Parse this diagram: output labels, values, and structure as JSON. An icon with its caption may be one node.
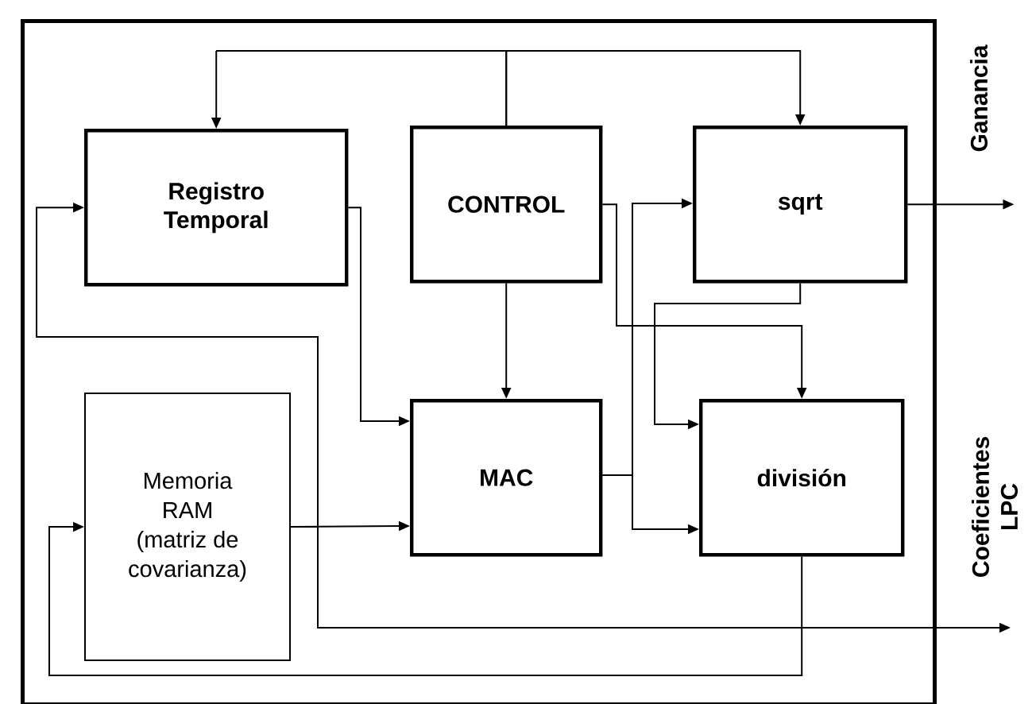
{
  "diagram": {
    "nodes": [
      {
        "text": [],
        "shape": "box"
      },
      {
        "text": [
          "Registro Temporal"
        ],
        "in": 0
      },
      {
        "text": [
          "CONTROL"
        ],
        "in": 0
      },
      {
        "text": [
          "sqrt"
        ],
        "in": 0
      },
      {
        "text": [
          "Memoria RAM (matriz de covarianza)"
        ],
        "in": 0
      },
      {
        "text": [
          "MAC"
        ],
        "in": 0
      },
      {
        "text": [
          "división"
        ],
        "in": 0
      }
    ],
    "edges": [
      {
        "from": 2,
        "to": 1,
        "arrow": "to"
      },
      {
        "from": 2,
        "to": 3,
        "arrow": "to"
      },
      {
        "from": 2,
        "to": 5,
        "arrow": "to"
      },
      {
        "from": 2,
        "to": 6,
        "arrow": "to"
      },
      {
        "from": 3,
        "to": 6,
        "arrow": "to"
      },
      {
        "from": 1,
        "to": 5,
        "arrow": "to"
      },
      {
        "from": 4,
        "to": 5,
        "arrow": "to"
      },
      {
        "from": 5,
        "to": 3,
        "arrow": "to"
      },
      {
        "from": 5,
        "to": 6,
        "arrow": "to"
      },
      {
        "from": 3,
        "to": null,
        "arrow": "to",
        "label": "Ganancia"
      },
      {
        "from": 4,
        "to": 1,
        "arrow": "to"
      },
      {
        "from": 4,
        "to": null,
        "arrow": "to",
        "label": "Coeficientes LPC"
      },
      {
        "from": 6,
        "to": 4,
        "arrow": "to"
      }
    ]
  }
}
